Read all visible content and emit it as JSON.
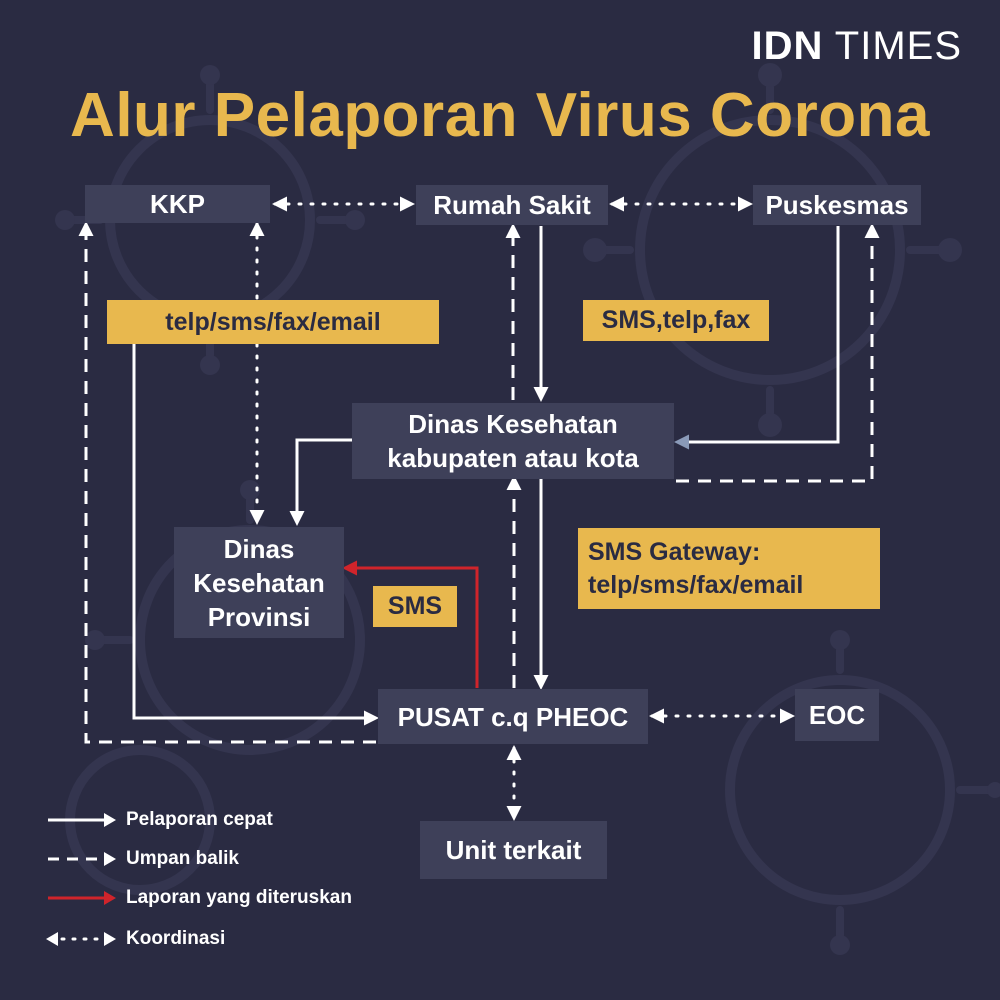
{
  "brand": {
    "idn": "IDN",
    "times": "TIMES"
  },
  "title": "Alur Pelaporan Virus Corona",
  "nodes": {
    "kkp": "KKP",
    "rumah_sakit": "Rumah Sakit",
    "puskesmas": "Puskesmas",
    "dinkes_kab_line1": "Dinas Kesehatan",
    "dinkes_kab_line2": "kabupaten atau kota",
    "dinkes_prov_line1": "Dinas",
    "dinkes_prov_line2": "Kesehatan",
    "dinkes_prov_line3": "Provinsi",
    "pusat": "PUSAT c.q PHEOC",
    "eoc": "EOC",
    "unit_terkait": "Unit terkait"
  },
  "labels": {
    "telp_sms_fax_email": "telp/sms/fax/email",
    "sms_telp_fax": "SMS,telp,fax",
    "sms_gateway_line1": "SMS Gateway:",
    "sms_gateway_line2": "telp/sms/fax/email",
    "sms": "SMS"
  },
  "legend": [
    {
      "style": "solid",
      "label": "Pelaporan cepat"
    },
    {
      "style": "dashed",
      "label": "Umpan balik"
    },
    {
      "style": "red",
      "label": "Laporan yang diteruskan"
    },
    {
      "style": "dotted",
      "label": "Koordinasi"
    }
  ],
  "colors": {
    "background": "#2a2b42",
    "box": "#3e4059",
    "accent": "#e8b84e",
    "line": "#ffffff",
    "red": "#d0242b"
  }
}
